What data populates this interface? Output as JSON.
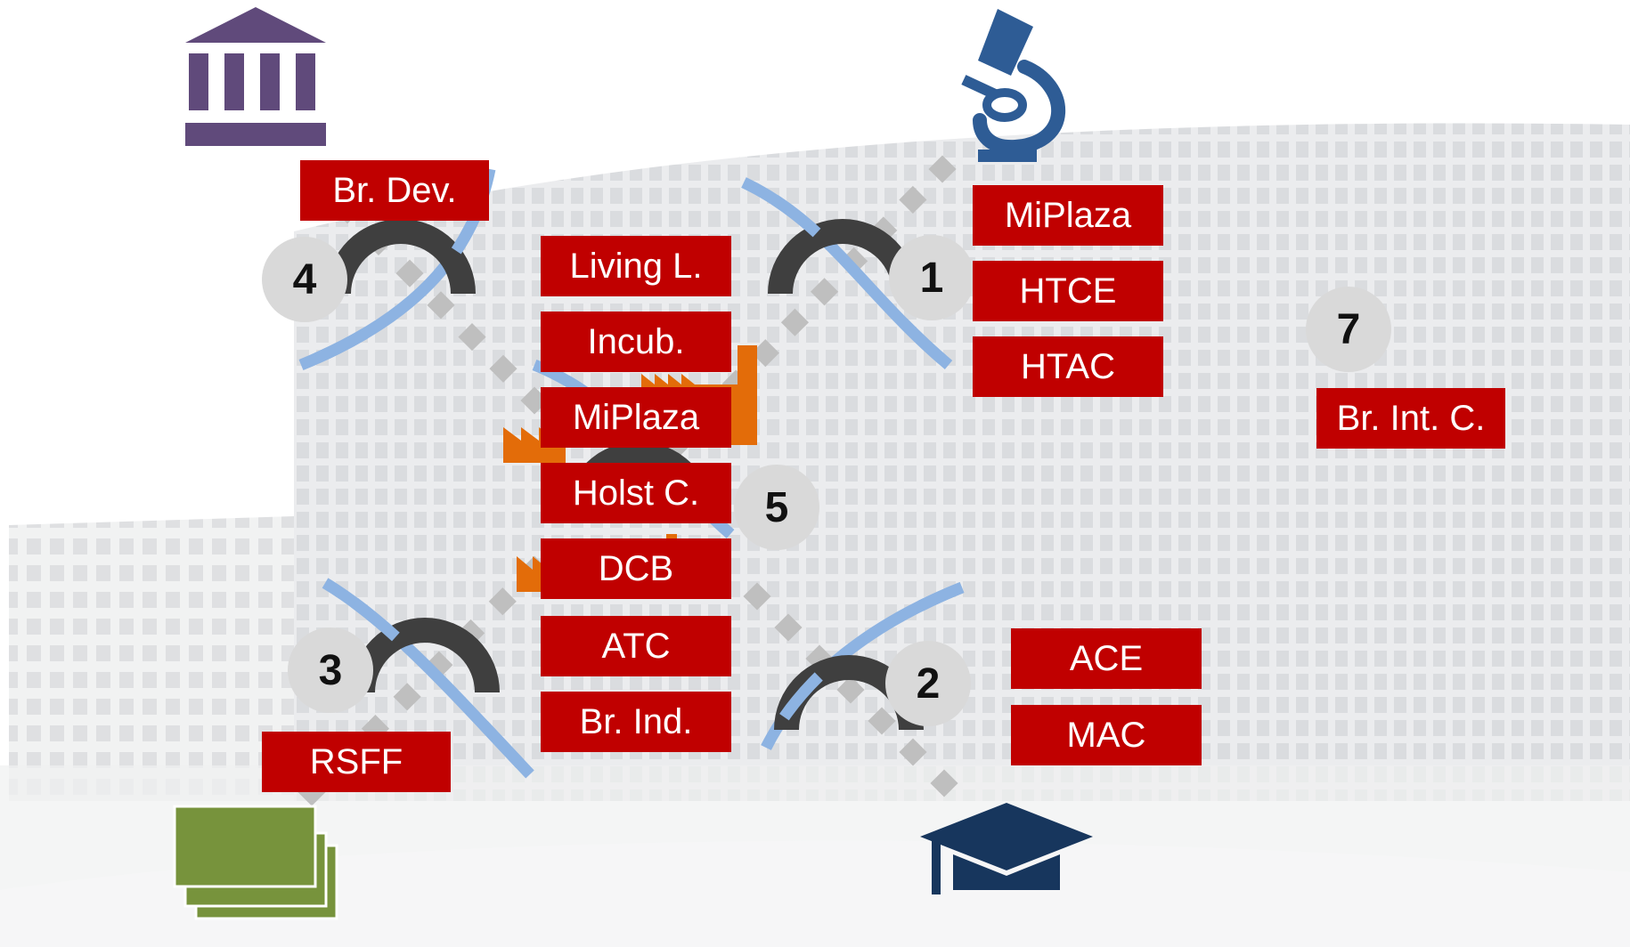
{
  "nodes": [
    {
      "number": "1",
      "labels": [
        "MiPlaza",
        "HTCE",
        "HTAC"
      ]
    },
    {
      "number": "2",
      "labels": [
        "ACE",
        "MAC"
      ]
    },
    {
      "number": "3",
      "labels": [
        "RSFF"
      ]
    },
    {
      "number": "4",
      "labels": [
        "Br. Dev."
      ]
    },
    {
      "number": "5",
      "labels": [
        "Living L.",
        "Incub.",
        "MiPlaza",
        "Holst C.",
        "DCB",
        "ATC",
        "Br. Ind."
      ]
    },
    {
      "number": "7",
      "labels": [
        "Br. Int. C."
      ]
    }
  ],
  "icons": [
    "government-building-icon",
    "microscope-icon",
    "factory-icon",
    "graduation-cap-icon",
    "money-stack-icon"
  ],
  "colors": {
    "label_box": "#c00000",
    "label_text": "#ffffff",
    "number_circle": "#d9d9d9",
    "arch": "#3f3f3f",
    "blue_curve": "#8db3e2",
    "dotted_link": "#bfbfbf",
    "government": "#604a7b",
    "science": "#2e5c95",
    "industry": "#e36c09",
    "education": "#17365d",
    "finance": "#77933c"
  }
}
